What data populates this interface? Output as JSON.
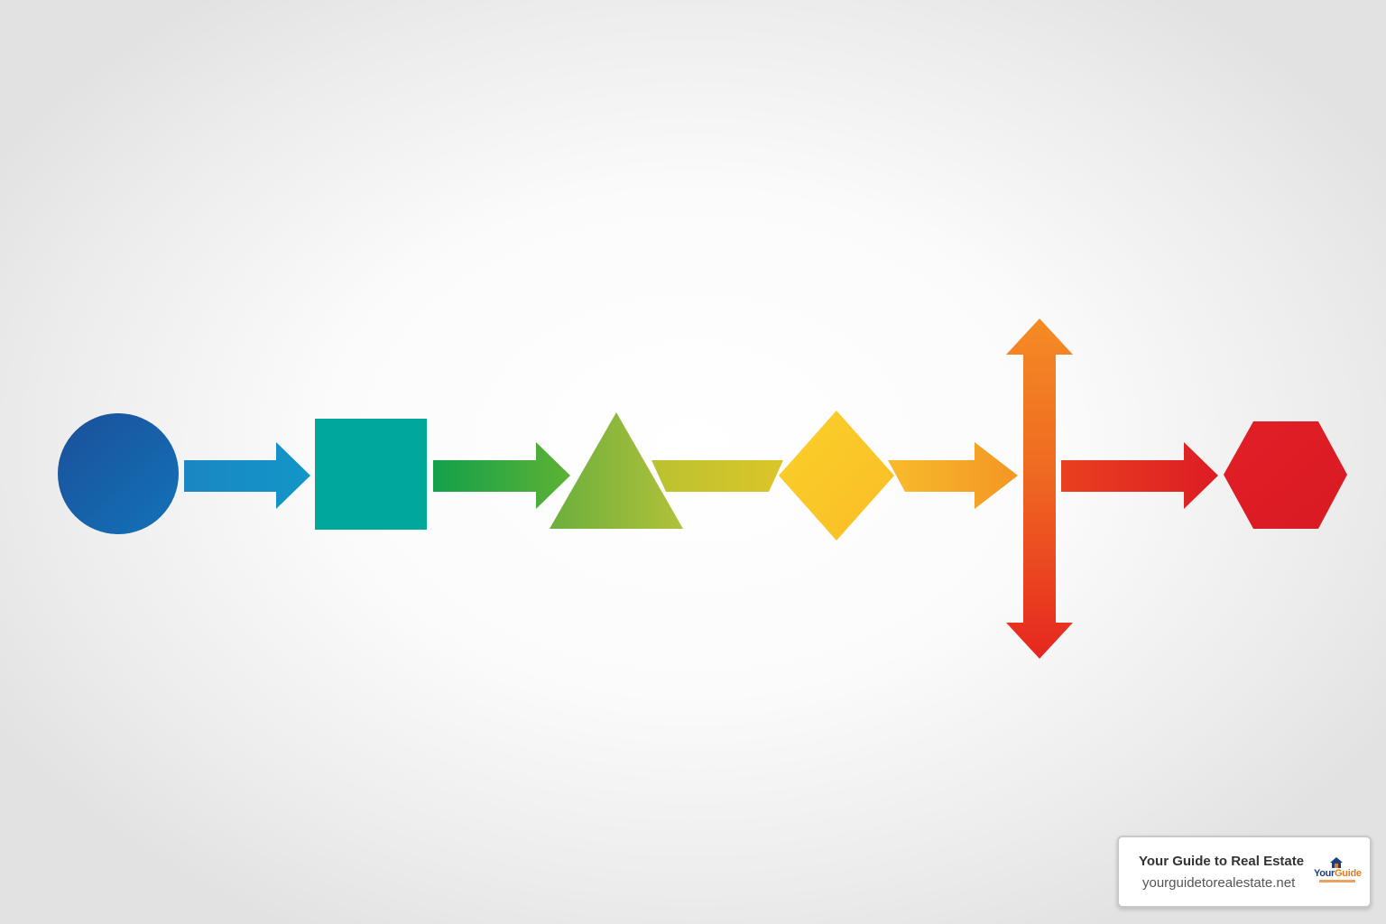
{
  "diagram": {
    "nodes": [
      {
        "shape": "circle",
        "color": "#1565a9"
      },
      {
        "shape": "square",
        "color": "#00a79b"
      },
      {
        "shape": "triangle",
        "color": "#8cbb3f"
      },
      {
        "shape": "diamond",
        "color": "#fbc82a"
      },
      {
        "shape": "hexagon",
        "color": "#dd1c24"
      }
    ],
    "connectors": [
      {
        "type": "arrow",
        "from_color": "#1a8ec9",
        "to_color": "#1296c8"
      },
      {
        "type": "arrow",
        "from_color": "#14a34a",
        "to_color": "#5bb234"
      },
      {
        "type": "bar",
        "from_color": "#c3c52b",
        "to_color": "#d8c42a"
      },
      {
        "type": "arrow",
        "from_color": "#f8ba2c",
        "to_color": "#f39a24"
      },
      {
        "type": "double-arrow-vertical",
        "from_color": "#f28322",
        "to_color": "#e8281f"
      },
      {
        "type": "arrow",
        "from_color": "#e83a22",
        "to_color": "#dd1c24"
      }
    ]
  },
  "watermark": {
    "title": "Your Guide to Real Estate",
    "url": "yourguidetorealestate.net",
    "logo_text_1": "Your",
    "logo_text_2": "Guide",
    "logo_icon": "house-icon"
  }
}
